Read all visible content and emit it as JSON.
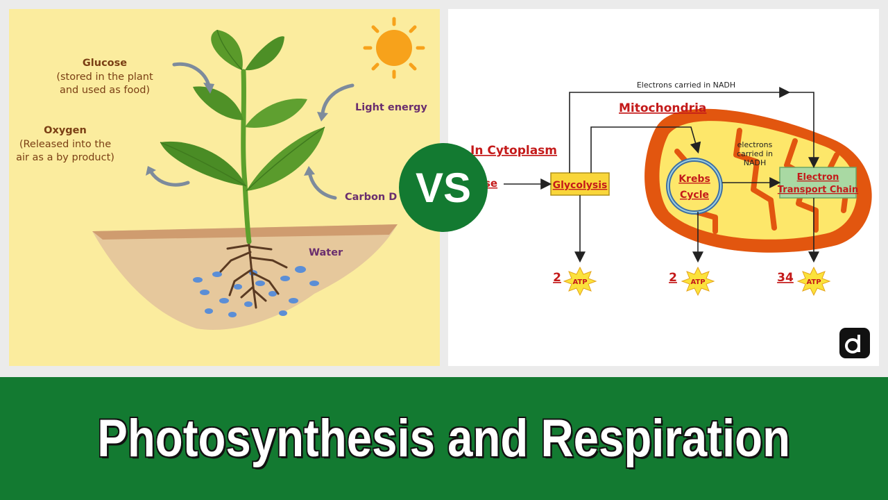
{
  "photosynthesis": {
    "glucose_title": "Glucose",
    "glucose_line1": "(stored in the plant",
    "glucose_line2": "and used as food)",
    "oxygen_title": "Oxygen",
    "oxygen_line1": "(Released into the",
    "oxygen_line2": "air as a by product)",
    "light_energy": "Light energy",
    "carbon": "Carbon D",
    "water": "Water"
  },
  "respiration": {
    "electrons_nadh_top": "Electrons carried in NADH",
    "mitochondria": "Mitochondria",
    "in_cytoplasm": "In Cytoplasm",
    "glucose_partial": "se",
    "glycolysis": "Glycolysis",
    "krebs_line1": "Krebs",
    "krebs_line2": "Cycle",
    "electrons_small_1": "electrons",
    "electrons_small_2": "carried in",
    "electrons_small_3": "NADH",
    "etc_line1": "Electron",
    "etc_line2": "Transport Chain",
    "atp_glycolysis": "2",
    "atp_krebs": "2",
    "atp_etc": "34",
    "atp_label": "ATP"
  },
  "vs_label": "VS",
  "title": "Photosynthesis and Respiration",
  "colors": {
    "left_bg": "#fbec9e",
    "banner": "#137a31",
    "mito_outer": "#e2560f",
    "mito_inner": "#fde76a",
    "glycolysis_box": "#f9d63a",
    "etc_box": "#a9d9a3",
    "label_red": "#c41a1a"
  },
  "icons": [
    "sun-icon",
    "plant-illustration",
    "atp-starburst-icon",
    "brand-logo-icon"
  ]
}
